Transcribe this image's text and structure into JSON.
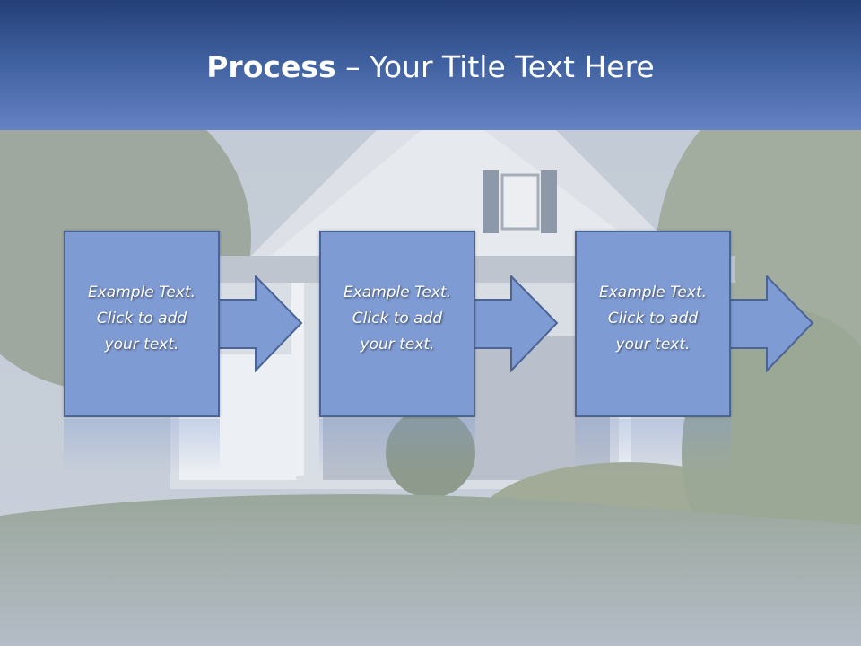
{
  "slide": {
    "title_bold": "Process",
    "title_rest": " – Your Title Text Here"
  },
  "steps": [
    {
      "line1": "Example Text.",
      "line2": "Click  to add",
      "line3": "your text."
    },
    {
      "line1": "Example Text.",
      "line2": "Click  to add",
      "line3": "your text."
    },
    {
      "line1": "Example Text.",
      "line2": "Click  to add",
      "line3": "your text."
    }
  ],
  "colors": {
    "header_top": "#243f78",
    "header_bottom": "#6582c4",
    "box_fill": "#7f9bd4",
    "box_border": "#4b6494"
  }
}
